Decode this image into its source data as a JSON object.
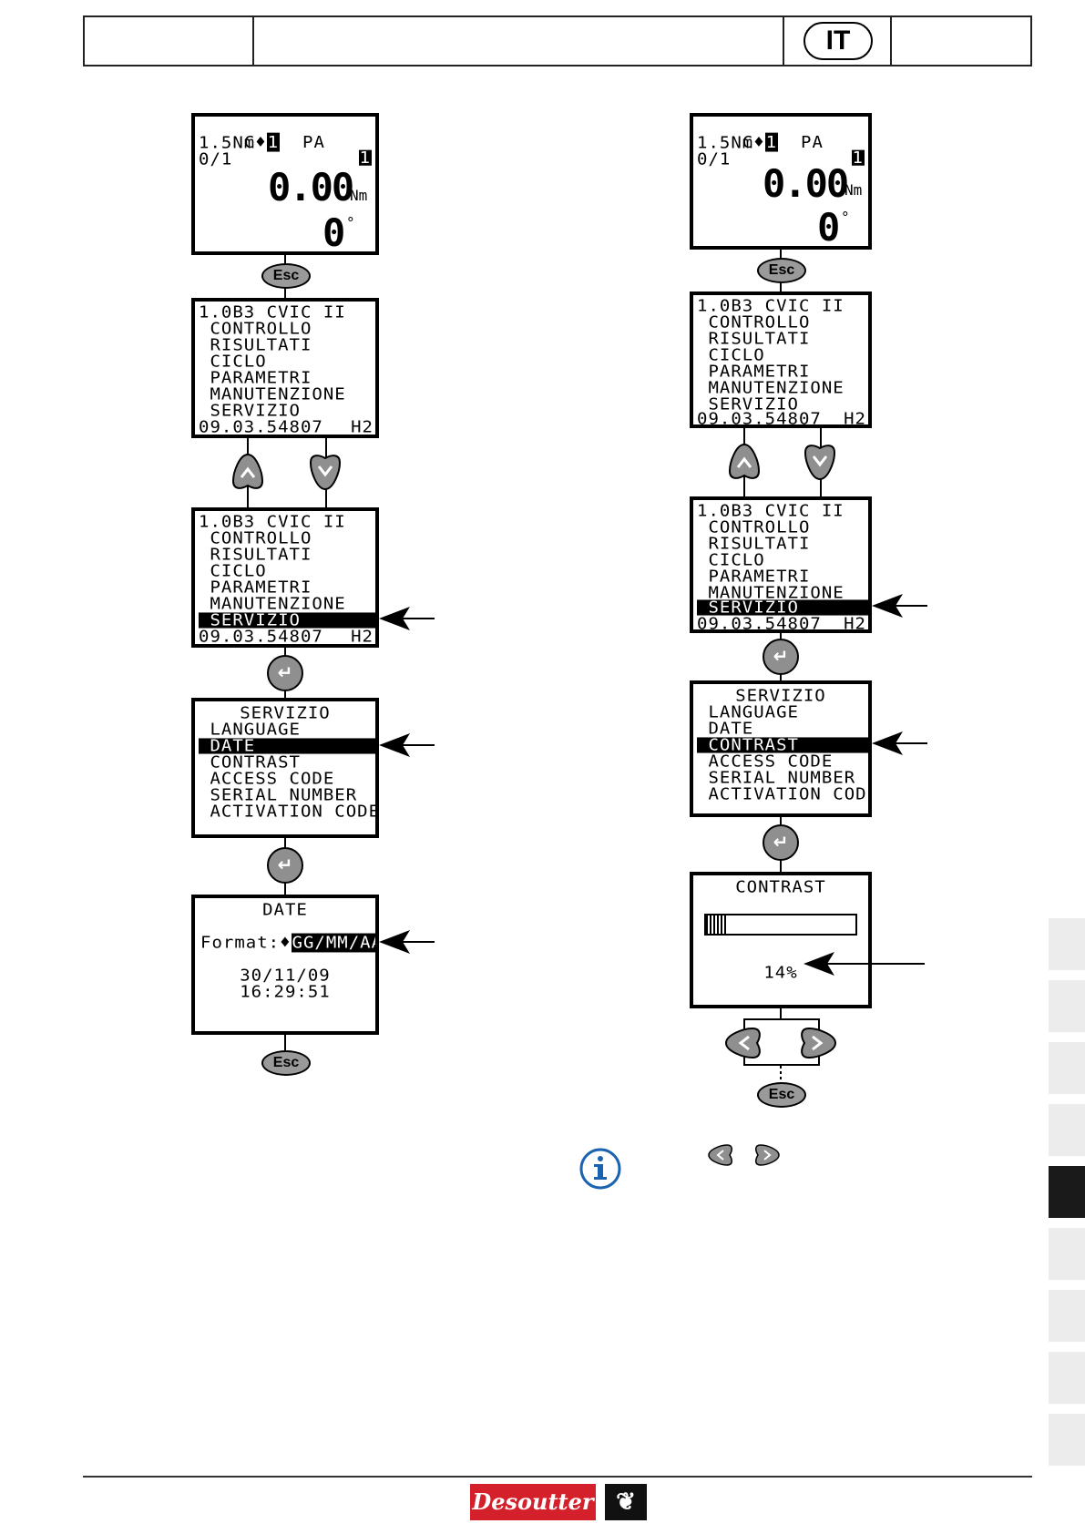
{
  "header": {
    "language": "IT"
  },
  "screens": {
    "home": {
      "line1_left": "C",
      "line1_prog": "1",
      "line1_mode": "PA",
      "line1_right": "1",
      "line2": "1.5Nm",
      "line3": "0/1",
      "torque": "0.00",
      "torque_unit": "Nm",
      "angle": "0"
    },
    "main_menu": {
      "lines": [
        "1.0B3 CVIC II",
        " CONTROLLO",
        " RISULTATI",
        " CICLO",
        " PARAMETRI",
        " MANUTENZIONE",
        " SERVIZIO"
      ],
      "serial": "09.03.54807",
      "hw": "H2"
    },
    "service_menu": {
      "title": "SERVIZIO",
      "items": [
        " LANGUAGE",
        " DATE",
        " CONTRAST",
        " ACCESS CODE",
        " SERIAL NUMBER",
        " ACTIVATION CODE"
      ]
    },
    "date_screen": {
      "title": "DATE",
      "format_label": "Format:",
      "format_value": "GG/MM/AA",
      "date": "30/11/09",
      "time": "16:29:51"
    },
    "contrast_screen": {
      "title": "CONTRAST",
      "value_text": "14%",
      "level_percent": 14
    }
  },
  "buttons": {
    "esc": "Esc",
    "enter": "↵"
  },
  "side_tabs": {
    "count": 9,
    "active_index": 4
  },
  "logo": {
    "text": "Desoutter"
  },
  "colors": {
    "logo_red": "#d4202a",
    "button_gray": "#9a9a9a",
    "active_tab": "#1a1a1a"
  }
}
